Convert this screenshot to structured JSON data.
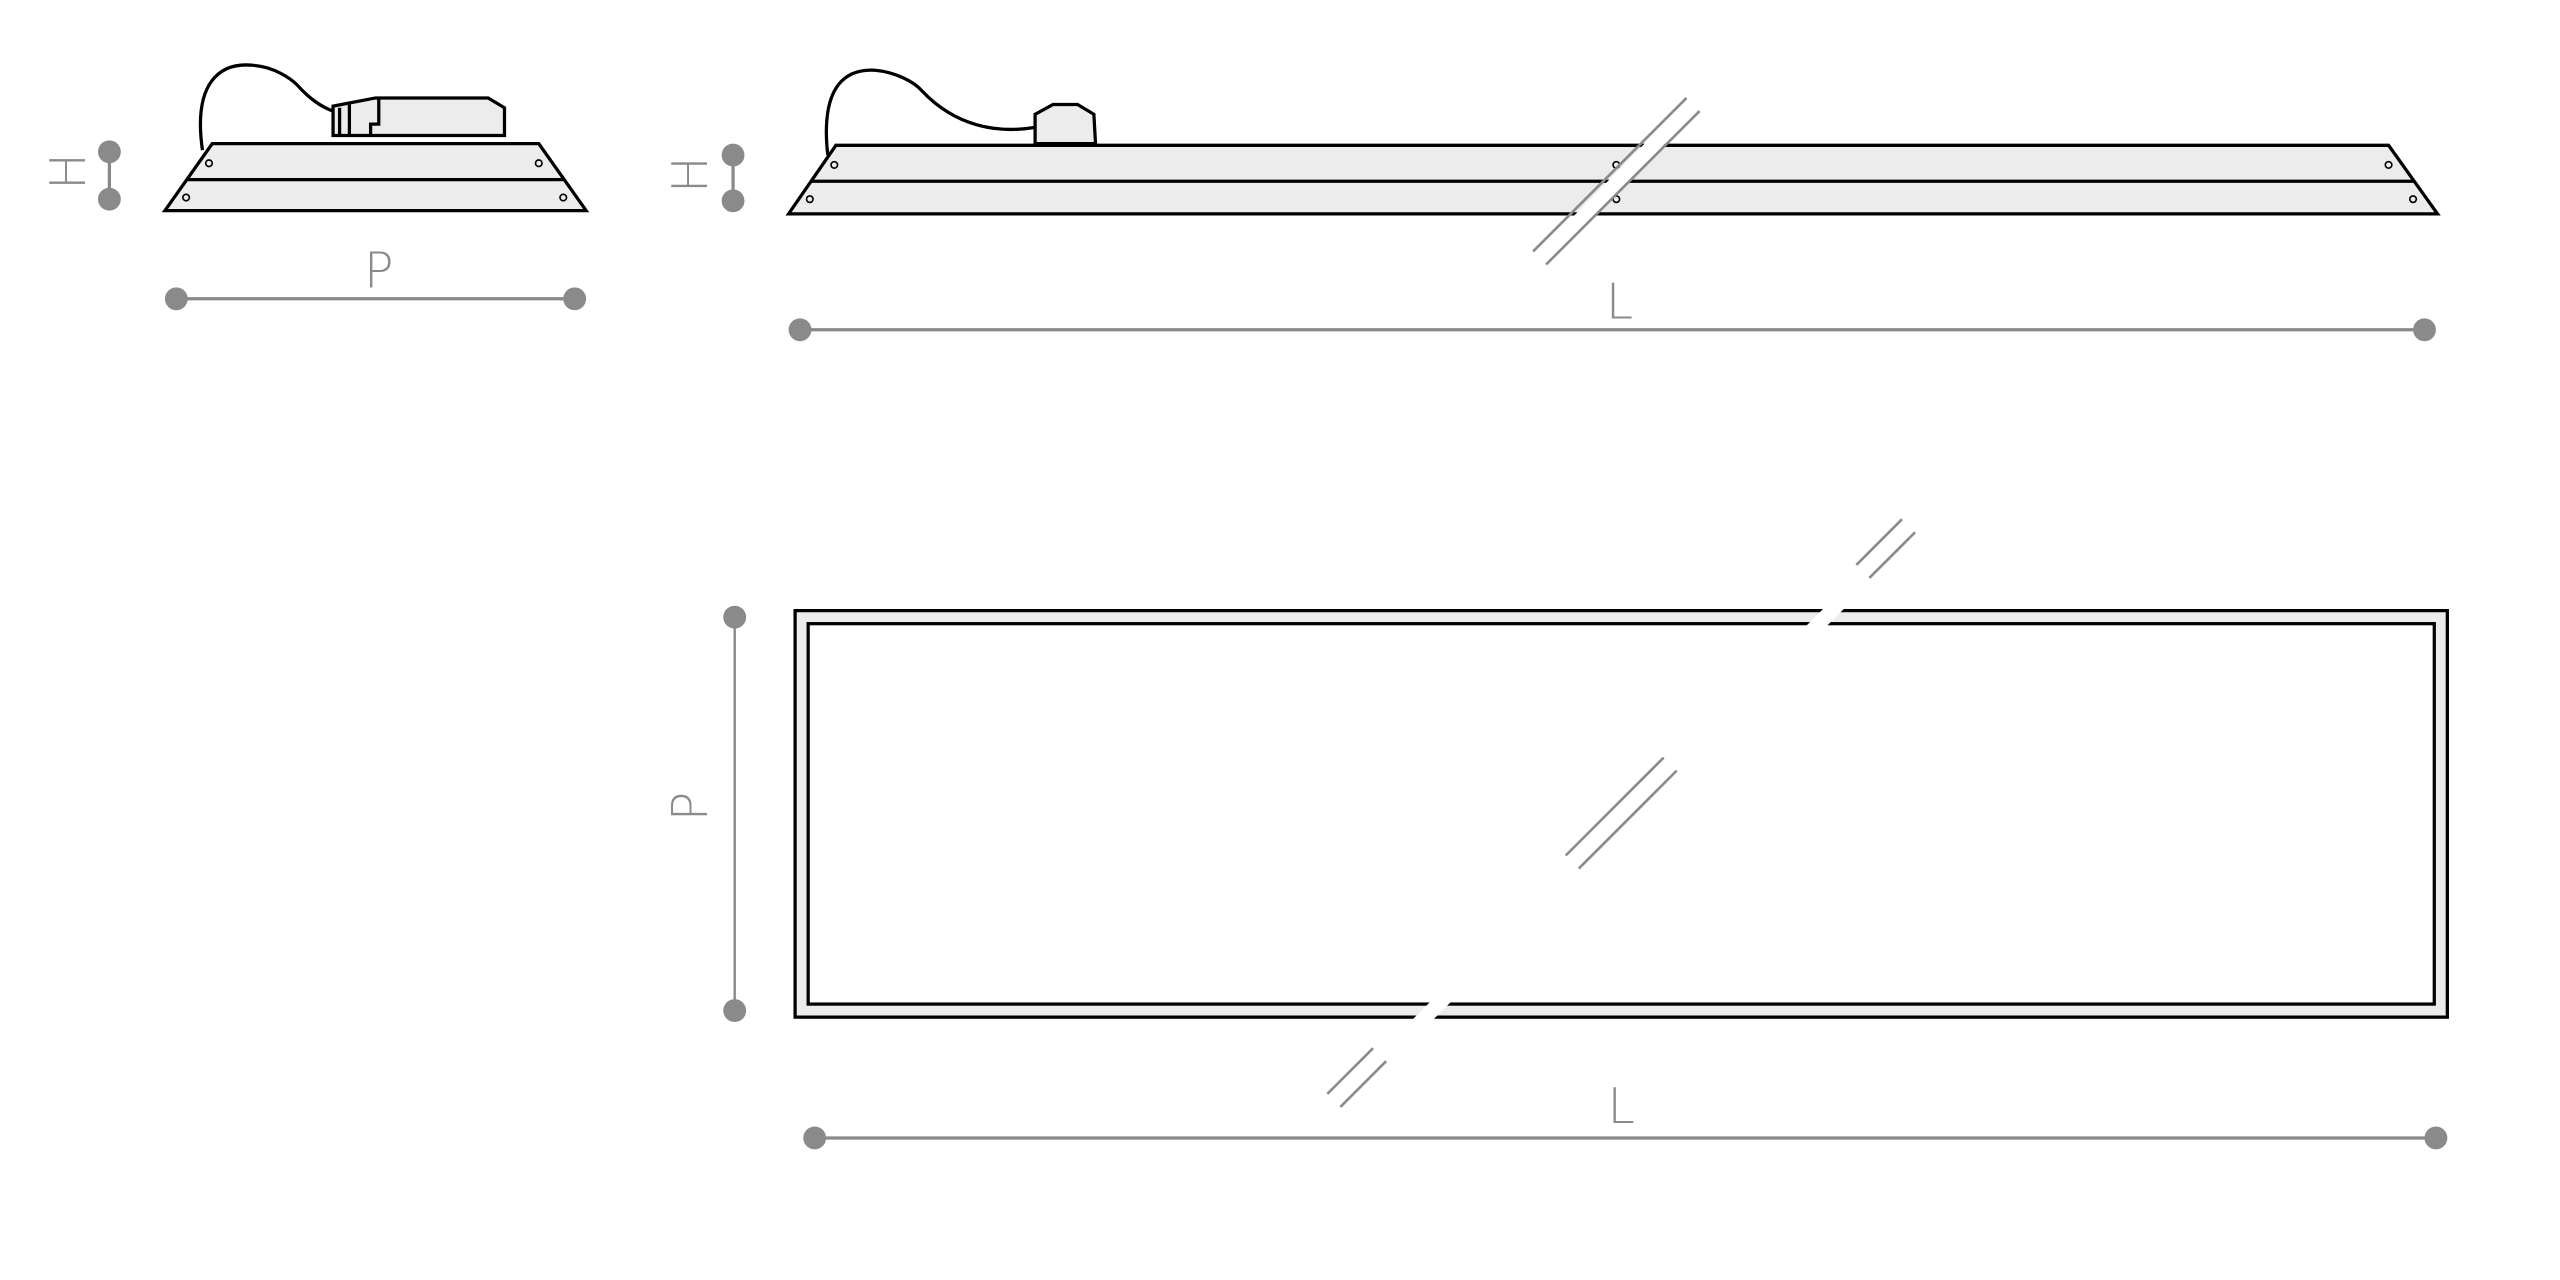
{
  "side_view": {
    "height_label": "H",
    "depth_label": "P"
  },
  "front_view": {
    "height_label": "H",
    "length_label": "L"
  },
  "top_view": {
    "depth_label": "P",
    "length_label": "L"
  },
  "colors": {
    "dimension": "#8a8a8a",
    "body_fill": "#ececec",
    "outline": "#000000"
  }
}
